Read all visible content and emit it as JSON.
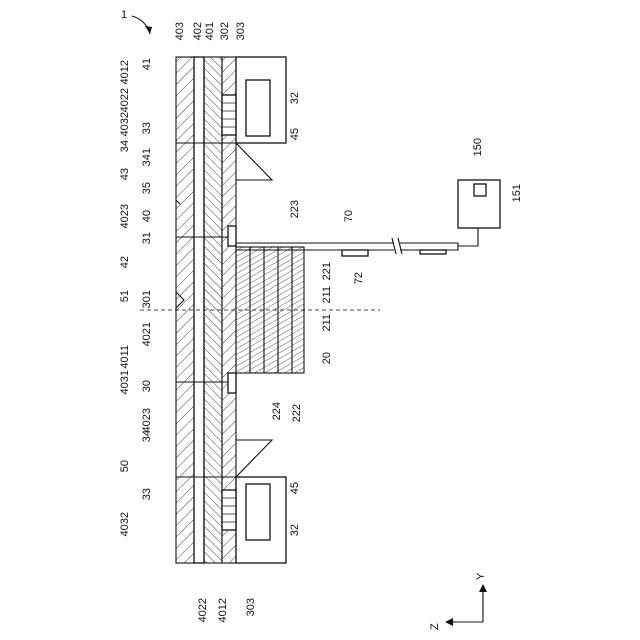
{
  "figure": {
    "number": "1",
    "axes": {
      "y": "Y",
      "z": "Z"
    },
    "labels": {
      "left": [
        "4012",
        "4022",
        "4032",
        "33",
        "34",
        "341",
        "43",
        "35",
        "4023",
        "40",
        "31",
        "42",
        "51",
        "301",
        "4021",
        "4011",
        "4031",
        "30",
        "4023",
        "34",
        "50",
        "33",
        "4032"
      ],
      "top": [
        "403",
        "402",
        "401",
        "302",
        "303",
        "41"
      ],
      "right": [
        "32",
        "45",
        "223",
        "70",
        "221",
        "211",
        "72",
        "211",
        "20",
        "222",
        "224",
        "45",
        "32",
        "150",
        "151"
      ],
      "bottom": [
        "4022",
        "4012",
        "303"
      ]
    }
  }
}
